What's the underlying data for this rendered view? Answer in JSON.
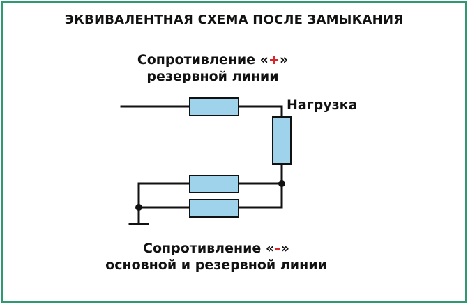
{
  "title": "ЭКВИВАЛЕНТНАЯ СХЕМА ПОСЛЕ ЗАМЫКАНИЯ",
  "labels": {
    "top_line1_prefix": "Сопротивление «",
    "top_line1_sign": "+",
    "top_line1_suffix": "»",
    "top_line2": "резервной линии",
    "load": "Нагрузка",
    "bottom_line1_prefix": "Сопротивление «",
    "bottom_line1_sign": "–",
    "bottom_line1_suffix": "»",
    "bottom_line2": "основной и резервной линии"
  },
  "colors": {
    "frame": "#2f9a72",
    "resistor_fill": "#9fd3ec",
    "wire": "#111111",
    "sign_accent": "#d8262a"
  }
}
